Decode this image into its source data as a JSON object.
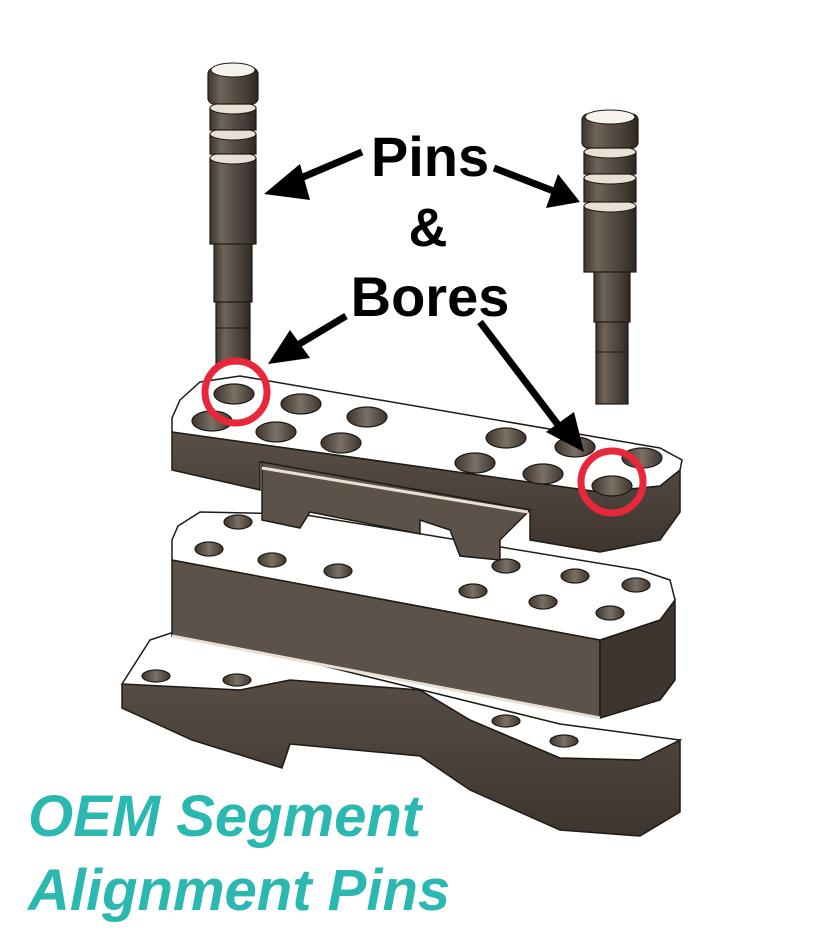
{
  "diagram": {
    "callout": {
      "line1": "Pins",
      "line2": "&",
      "line3": "Bores"
    },
    "title": {
      "line1": "OEM Segment",
      "line2": "Alignment Pins",
      "color": "#2ab8b0"
    },
    "colors": {
      "metal_dark": "#4a4038",
      "metal_mid": "#6b6058",
      "metal_light": "#e8e0d4",
      "highlight_ring": "#e8283a",
      "arrow": "#000000",
      "face": "#ffffff"
    },
    "components": [
      {
        "name": "left-alignment-pin"
      },
      {
        "name": "right-alignment-pin"
      },
      {
        "name": "upper-segment-plate"
      },
      {
        "name": "lower-base-block"
      }
    ],
    "highlighted_bores": [
      "left-bore",
      "right-bore"
    ]
  }
}
